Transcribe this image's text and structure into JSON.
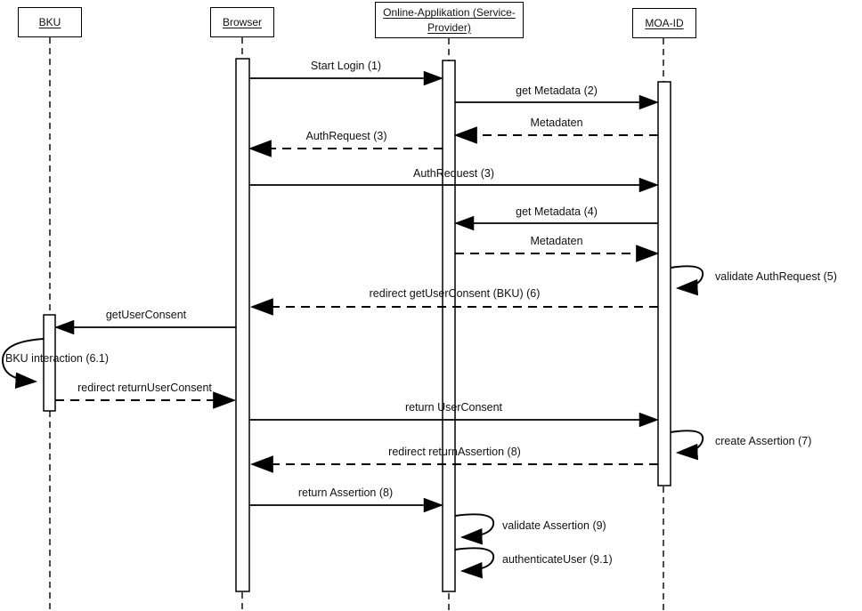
{
  "diagram": {
    "type": "uml-sequence-diagram",
    "colors": {
      "line": "#000000",
      "background": "#ffffff",
      "box_fill": "#ffffff",
      "text": "#111111"
    },
    "actors": [
      {
        "name": "BKU"
      },
      {
        "name": "Browser"
      },
      {
        "name": "Online-Applikation (Service-Provider)"
      },
      {
        "name": "MOA-ID"
      }
    ],
    "messages": [
      {
        "label": "Start Login (1)",
        "from": "Browser",
        "to": "Online-Applikation (Service-Provider)",
        "style": "solid"
      },
      {
        "label": "get Metadata (2)",
        "from": "Online-Applikation (Service-Provider)",
        "to": "MOA-ID",
        "style": "solid"
      },
      {
        "label": "Metadaten",
        "from": "MOA-ID",
        "to": "Online-Applikation (Service-Provider)",
        "style": "dashed"
      },
      {
        "label": "AuthRequest (3)",
        "from": "Online-Applikation (Service-Provider)",
        "to": "Browser",
        "style": "dashed"
      },
      {
        "label": "AuthRequest (3)",
        "from": "Browser",
        "to": "MOA-ID",
        "style": "solid"
      },
      {
        "label": "get Metadata (4)",
        "from": "MOA-ID",
        "to": "Online-Applikation (Service-Provider)",
        "style": "solid"
      },
      {
        "label": "Metadaten",
        "from": "Online-Applikation (Service-Provider)",
        "to": "MOA-ID",
        "style": "dashed"
      },
      {
        "label": "validate AuthRequest (5)",
        "from": "MOA-ID",
        "to": "MOA-ID",
        "style": "self-loop"
      },
      {
        "label": "redirect getUserConsent (BKU) (6)",
        "from": "MOA-ID",
        "to": "Browser",
        "style": "dashed"
      },
      {
        "label": "getUserConsent",
        "from": "Browser",
        "to": "BKU",
        "style": "solid"
      },
      {
        "label": "BKU interaction (6.1)",
        "from": "BKU",
        "to": "BKU",
        "style": "self-loop"
      },
      {
        "label": "redirect returnUserConsent",
        "from": "BKU",
        "to": "Browser",
        "style": "dashed"
      },
      {
        "label": "return UserConsent",
        "from": "Browser",
        "to": "MOA-ID",
        "style": "solid"
      },
      {
        "label": "create Assertion (7)",
        "from": "MOA-ID",
        "to": "MOA-ID",
        "style": "self-loop"
      },
      {
        "label": "redirect returnAssertion (8)",
        "from": "MOA-ID",
        "to": "Browser",
        "style": "dashed"
      },
      {
        "label": "return Assertion (8)",
        "from": "Browser",
        "to": "Online-Applikation (Service-Provider)",
        "style": "solid"
      },
      {
        "label": "validate Assertion (9)",
        "from": "Online-Applikation (Service-Provider)",
        "to": "Online-Applikation (Service-Provider)",
        "style": "self-loop"
      },
      {
        "label": "authenticateUser (9.1)",
        "from": "Online-Applikation (Service-Provider)",
        "to": "Online-Applikation (Service-Provider)",
        "style": "self-loop"
      }
    ]
  }
}
